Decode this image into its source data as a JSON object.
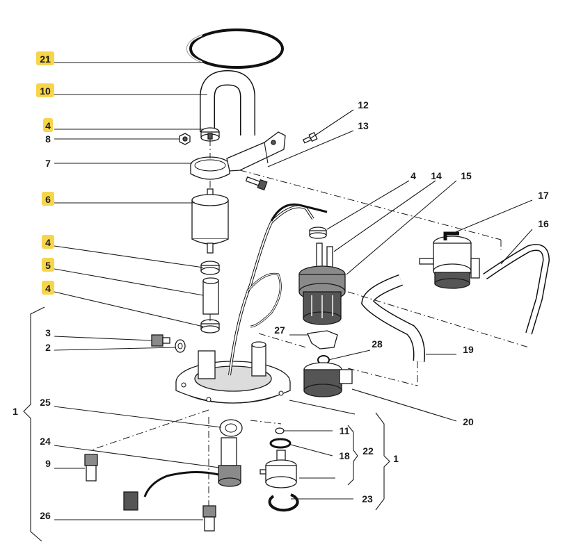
{
  "labels": {
    "l21": "21",
    "l10": "10",
    "l4a": "4",
    "l8": "8",
    "l7": "7",
    "l6": "6",
    "l4b": "4",
    "l5": "5",
    "l4c": "4",
    "l3": "3",
    "l2": "2",
    "l25": "25",
    "l1a": "1",
    "l24": "24",
    "l9": "9",
    "l26": "26",
    "l12": "12",
    "l13": "13",
    "l4d": "4",
    "l14": "14",
    "l15": "15",
    "l17": "17",
    "l16": "16",
    "l27": "27",
    "l28": "28",
    "l19": "19",
    "l20": "20",
    "l11": "11",
    "l18": "18",
    "l22": "22",
    "l1b": "1",
    "l23": "23"
  },
  "highlight_color": "#f7d54a"
}
